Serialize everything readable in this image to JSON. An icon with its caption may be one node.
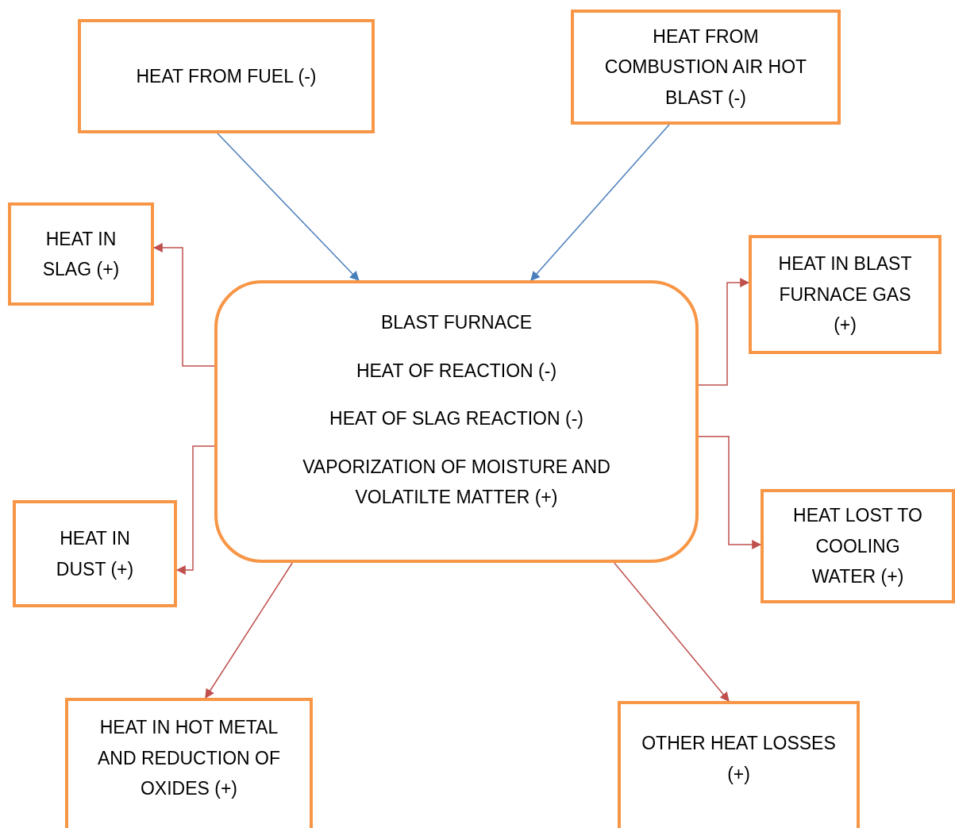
{
  "diagram": {
    "nodes": [
      {
        "text": [
          "HEAT FROM FUEL (-)"
        ]
      },
      {
        "text": [
          "HEAT FROM COMBUSTION AIR HOT BLAST (-)"
        ]
      },
      {
        "text": [
          "HEAT IN SLAG (+)"
        ]
      },
      {
        "text": [
          "BLAST FURNACE",
          "HEAT OF REACTION (-)",
          "HEAT OF SLAG REACTION (-)",
          "VAPORIZATION OF MOISTURE AND VOLATILTE MATTER (+)"
        ]
      },
      {
        "text": [
          "HEAT IN BLAST FURNACE GAS (+)"
        ]
      },
      {
        "text": [
          "HEAT IN DUST (+)"
        ]
      },
      {
        "text": [
          "HEAT LOST TO COOLING WATER (+)"
        ]
      },
      {
        "text": [
          "HEAT IN HOT METAL AND REDUCTION OF OXIDES (+)"
        ]
      },
      {
        "text": [
          "OTHER HEAT LOSSES (+)"
        ]
      }
    ],
    "edges": [
      {
        "from": 0,
        "to": 3,
        "arrow": "to",
        "color": "#4a7ebb"
      },
      {
        "from": 1,
        "to": 3,
        "arrow": "to",
        "color": "#4a7ebb"
      },
      {
        "from": 3,
        "to": 2,
        "arrow": "to"
      },
      {
        "from": 3,
        "to": 5,
        "arrow": "to"
      },
      {
        "from": 3,
        "to": 4,
        "arrow": "to"
      },
      {
        "from": 3,
        "to": 6,
        "arrow": "to"
      },
      {
        "from": 3,
        "to": 7,
        "arrow": "to"
      },
      {
        "from": 3,
        "to": 8,
        "arrow": "to"
      }
    ]
  }
}
